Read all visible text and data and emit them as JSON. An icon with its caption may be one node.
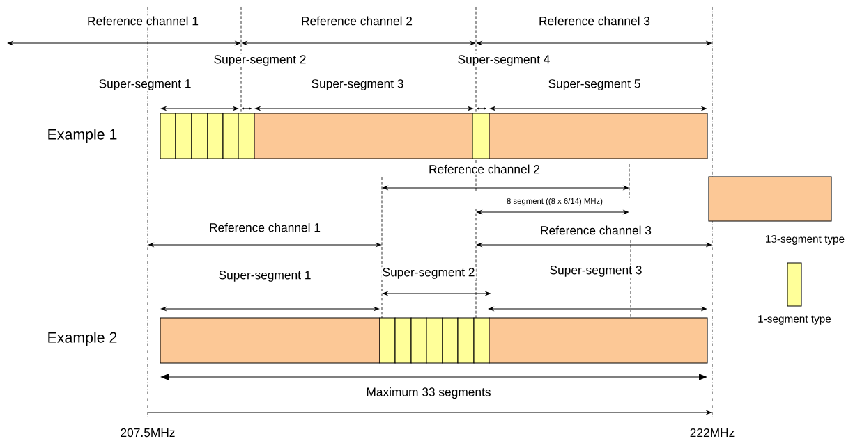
{
  "diagram": {
    "labels": [
      "Reference channel 1",
      "Reference channel 2",
      "Reference channel 3",
      "Super-segment 2",
      "Super-segment 4",
      "Super-segment 1",
      "Super-segment 3",
      "Super-segment 5",
      "Example 1",
      "Reference channel 2",
      "8 segment ((8 x 6/14) MHz)",
      "Reference channel 1",
      "Reference channel 3",
      "Super-segment 1",
      "Super-segment 2",
      "Super-segment 3",
      "Example 2",
      "Maximum 33 segments",
      "207.5MHz",
      "222MHz"
    ],
    "legend": [
      {
        "text": "13-segment type",
        "color": "#fcc896"
      },
      {
        "text": "1-segment type",
        "color": "#ffff99"
      }
    ]
  }
}
